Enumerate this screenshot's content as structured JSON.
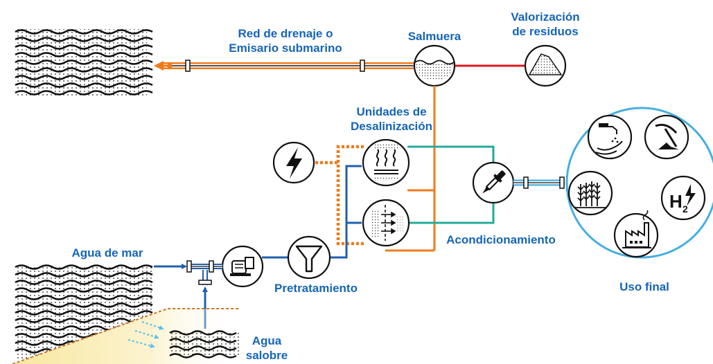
{
  "labels": {
    "drain_line1": "Red de drenaje o",
    "drain_line2": "Emisario submarino",
    "brine": "Salmuera",
    "valor_line1": "Valorización",
    "valor_line2": "de residuos",
    "desal_line1": "Unidades de",
    "desal_line2": "Desalinización",
    "seawater": "Agua de mar",
    "pretreat": "Pretratamiento",
    "conditioning": "Acondicionamiento",
    "enduse": "Uso final",
    "brackish_line1": "Agua",
    "brackish_line2": "salobre",
    "h2_symbol": "H",
    "h2_subscript": "2"
  },
  "colors": {
    "label_blue": "#1565b7",
    "water_blue": "#1f5fae",
    "brine_orange": "#f07a1a",
    "waste_red": "#e0161c",
    "product_teal": "#26a99a",
    "enduse_circle": "#45aee0",
    "groundwater_arrows": "#5bc2e6",
    "aquifer_edge": "#d07020"
  },
  "icons": [
    "lightning-icon",
    "thermal-desalination-icon",
    "membrane-desalination-icon",
    "pump-icon",
    "filter-funnel-icon",
    "dropper-icon",
    "brine-tank-icon",
    "salt-pile-icon",
    "hand-tap-icon",
    "pickaxe-icon",
    "wheat-icon",
    "hydrogen-icon",
    "factory-icon"
  ]
}
